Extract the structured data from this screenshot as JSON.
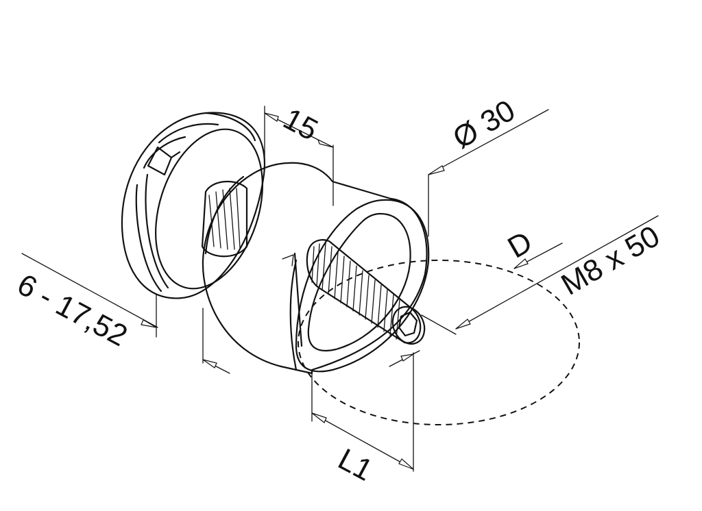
{
  "labels": {
    "width": "15",
    "diameter": "Ø 30",
    "glass_thickness": "6 - 17,52",
    "d": "D",
    "thread": "M8 x 50",
    "l1": "L1"
  }
}
